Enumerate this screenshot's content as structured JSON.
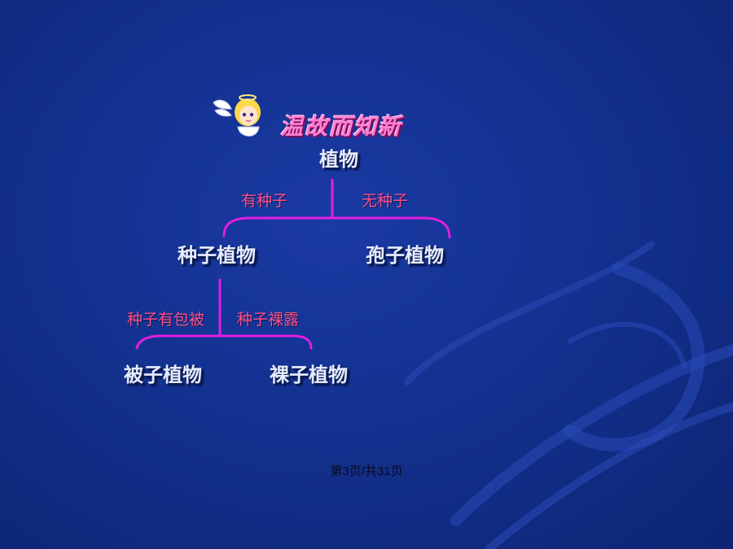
{
  "slide": {
    "title": "温故而知新",
    "footer": "第3页/共31页"
  },
  "tree": {
    "root": "植物",
    "left_edge_label": "有种子",
    "right_edge_label": "无种子",
    "seed_plants": "种子植物",
    "spore_plants": "孢子植物",
    "seed_left_edge_label": "种子有包被",
    "seed_right_edge_label": "种子裸露",
    "angiosperms": "被子植物",
    "gymnosperms": "裸子植物"
  },
  "colors": {
    "background": "#13318f",
    "connector": "#e21ee0",
    "node_text": "#e6ecff",
    "edge_label": "#ff4f8a",
    "title": "#ff7fd0"
  }
}
